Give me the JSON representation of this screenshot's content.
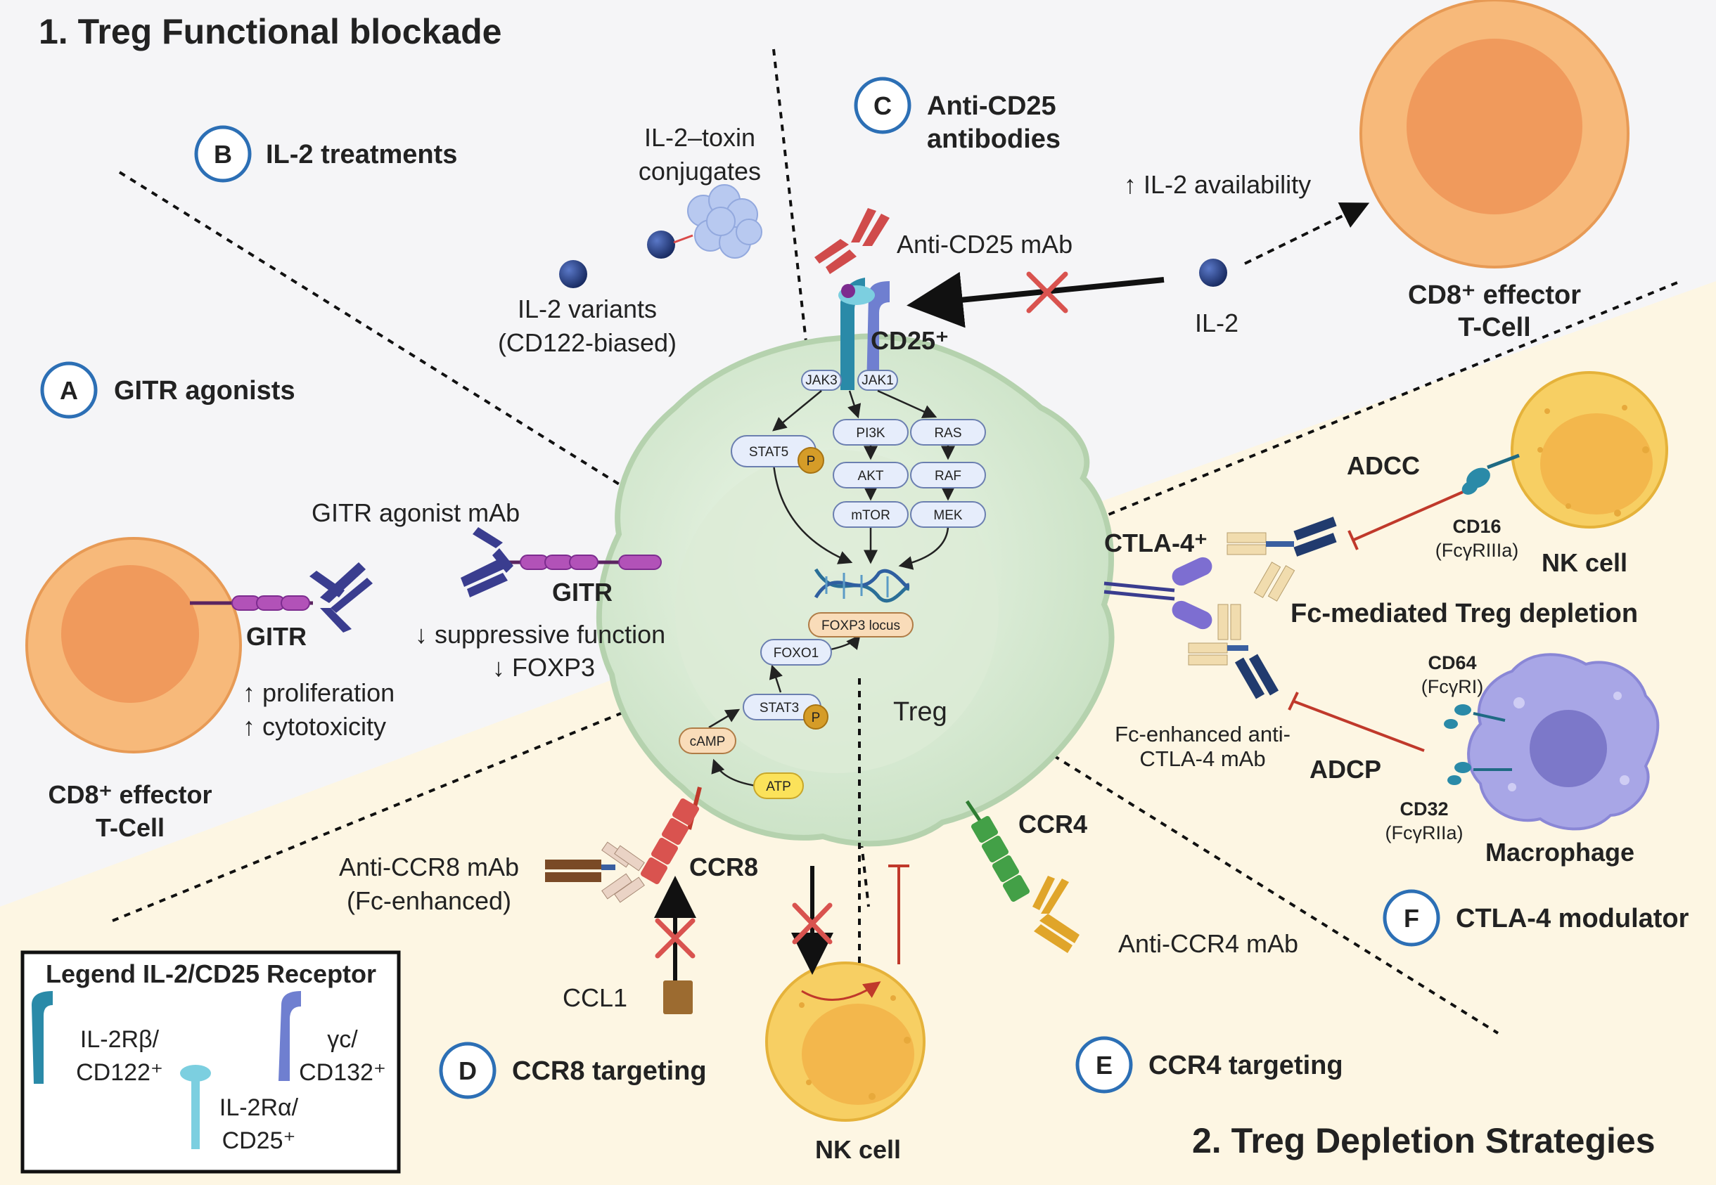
{
  "headings": {
    "blockade": "1.  Treg Functional blockade",
    "depletion": "2. Treg Depletion Strategies"
  },
  "sections": {
    "a": {
      "letter": "A",
      "label": "GITR agonists"
    },
    "b": {
      "letter": "B",
      "label": "IL-2 treatments"
    },
    "c": {
      "letter": "C",
      "label_line1": "Anti-CD25",
      "label_line2": "antibodies"
    },
    "d": {
      "letter": "D",
      "label": "CCR8 targeting"
    },
    "e": {
      "letter": "E",
      "label": "CCR4 targeting"
    },
    "f": {
      "letter": "F",
      "label": "CTLA-4 modulator"
    }
  },
  "il2": {
    "toxin_line1": "IL-2–toxin",
    "toxin_line2": "conjugates",
    "variants_line1": "IL-2 variants",
    "variants_line2": "(CD122-biased)",
    "il2_label": "IL-2",
    "availability": "↑ IL-2 availability",
    "anti_cd25_mab": "Anti-CD25 mAb",
    "cd25": "CD25⁺"
  },
  "cd8_top": {
    "line1": "CD8⁺ effector",
    "line2": "T-Cell"
  },
  "cd8_left": {
    "line1": "CD8⁺ effector",
    "line2": "T-Cell"
  },
  "gitr": {
    "agonist_mab": "GITR agonist mAb",
    "gitr_left": "GITR",
    "gitr_right": "GITR",
    "proliferation": "↑ proliferation",
    "cytotoxicity": "↑ cytotoxicity",
    "suppressive": "↓ suppressive function",
    "foxp3": "↓ FOXP3"
  },
  "signaling": {
    "jak3": "JAK3",
    "jak1": "JAK1",
    "stat5": "STAT5",
    "p": "P",
    "pi3k": "PI3K",
    "akt": "AKT",
    "mtor": "mTOR",
    "ras": "RAS",
    "raf": "RAF",
    "mek": "MEK",
    "foxp3_locus": "FOXP3 locus",
    "foxo1": "FOXO1",
    "stat3": "STAT3",
    "camp": "cAMP",
    "atp": "ATP"
  },
  "treg": {
    "label": "Treg"
  },
  "ctla4": {
    "label": "CTLA-4⁺",
    "adcc": "ADCC",
    "adcp": "ADCP",
    "cd16": "CD16",
    "cd16_sub": "(FcγRIIIa)",
    "nk_cell": "NK cell",
    "fc_depletion": "Fc-mediated Treg depletion",
    "cd64": "CD64",
    "cd64_sub": "(FcγRI)",
    "cd32": "CD32",
    "cd32_sub": "(FcγRIIa)",
    "macrophage": "Macrophage",
    "fc_enhanced_line1": "Fc-enhanced anti-",
    "fc_enhanced_line2": "CTLA-4 mAb"
  },
  "ccr8": {
    "anti_line1": "Anti-CCR8 mAb",
    "anti_line2": "(Fc-enhanced)",
    "label": "CCR8",
    "ccl1": "CCL1"
  },
  "ccr4": {
    "label": "CCR4",
    "anti": "Anti-CCR4 mAb"
  },
  "nk_bottom": {
    "label": "NK cell"
  },
  "legend": {
    "title": "Legend IL-2/CD25 Receptor",
    "il2rb_line1": "IL-2Rβ/",
    "il2rb_line2": "CD122⁺",
    "yc_line1": "γc/",
    "yc_line2": "CD132⁺",
    "il2ra_line1": "IL-2Rα/",
    "il2ra_line2": "CD25⁺"
  },
  "colors": {
    "cream": "#fdf6e3",
    "orange_cell": "#f7b97a",
    "treg_body": "#d8ead5",
    "nk": "#f7cf63",
    "macrophage": "#a8a6e6",
    "red_x": "#d9534f",
    "circle_blue": "#2c6fb5"
  }
}
